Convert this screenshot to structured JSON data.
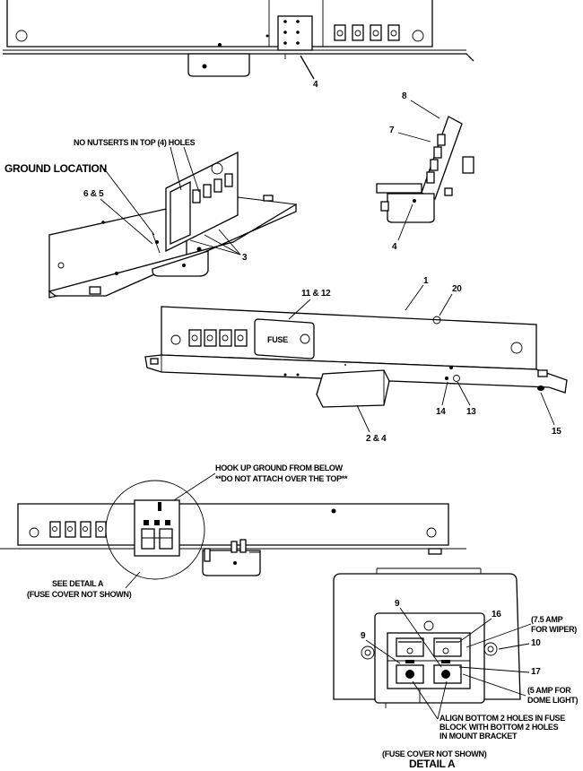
{
  "callouts": {
    "top_view_4": "4",
    "no_nutserts": "NO NUTSERTS IN TOP (4) HOLES",
    "ground_location": "GROUND LOCATION",
    "c_6_5": "6 & 5",
    "c_3": "3",
    "c_8": "8",
    "c_7": "7",
    "c_4_side": "4",
    "c_1": "1",
    "c_11_12": "11 & 12",
    "c_20": "20",
    "c_14": "14",
    "c_13": "13",
    "c_15": "15",
    "c_2_4": "2 & 4",
    "fuse_plate_text": "FUSE",
    "hook_up_1": "HOOK UP GROUND FROM BELOW",
    "hook_up_2": "**DO NOT ATTACH OVER THE TOP**",
    "see_detail_1": "SEE DETAIL  A",
    "see_detail_2": "(FUSE COVER NOT SHOWN)",
    "d_9a": "9",
    "d_9b": "9",
    "d_16": "16",
    "d_75amp_1": "(7.5 AMP",
    "d_75amp_2": "FOR WIPER)",
    "d_10": "10",
    "d_17": "17",
    "d_5amp_1": "(5 AMP FOR",
    "d_5amp_2": "DOME LIGHT)",
    "align_1": "ALIGN BOTTOM 2 HOLES IN FUSE",
    "align_2": "BLOCK WITH BOTTOM 2 HOLES",
    "align_3": "IN MOUNT BRACKET",
    "detail_caption_1": "(FUSE COVER NOT SHOWN)",
    "detail_caption_2": "DETAIL  A"
  }
}
